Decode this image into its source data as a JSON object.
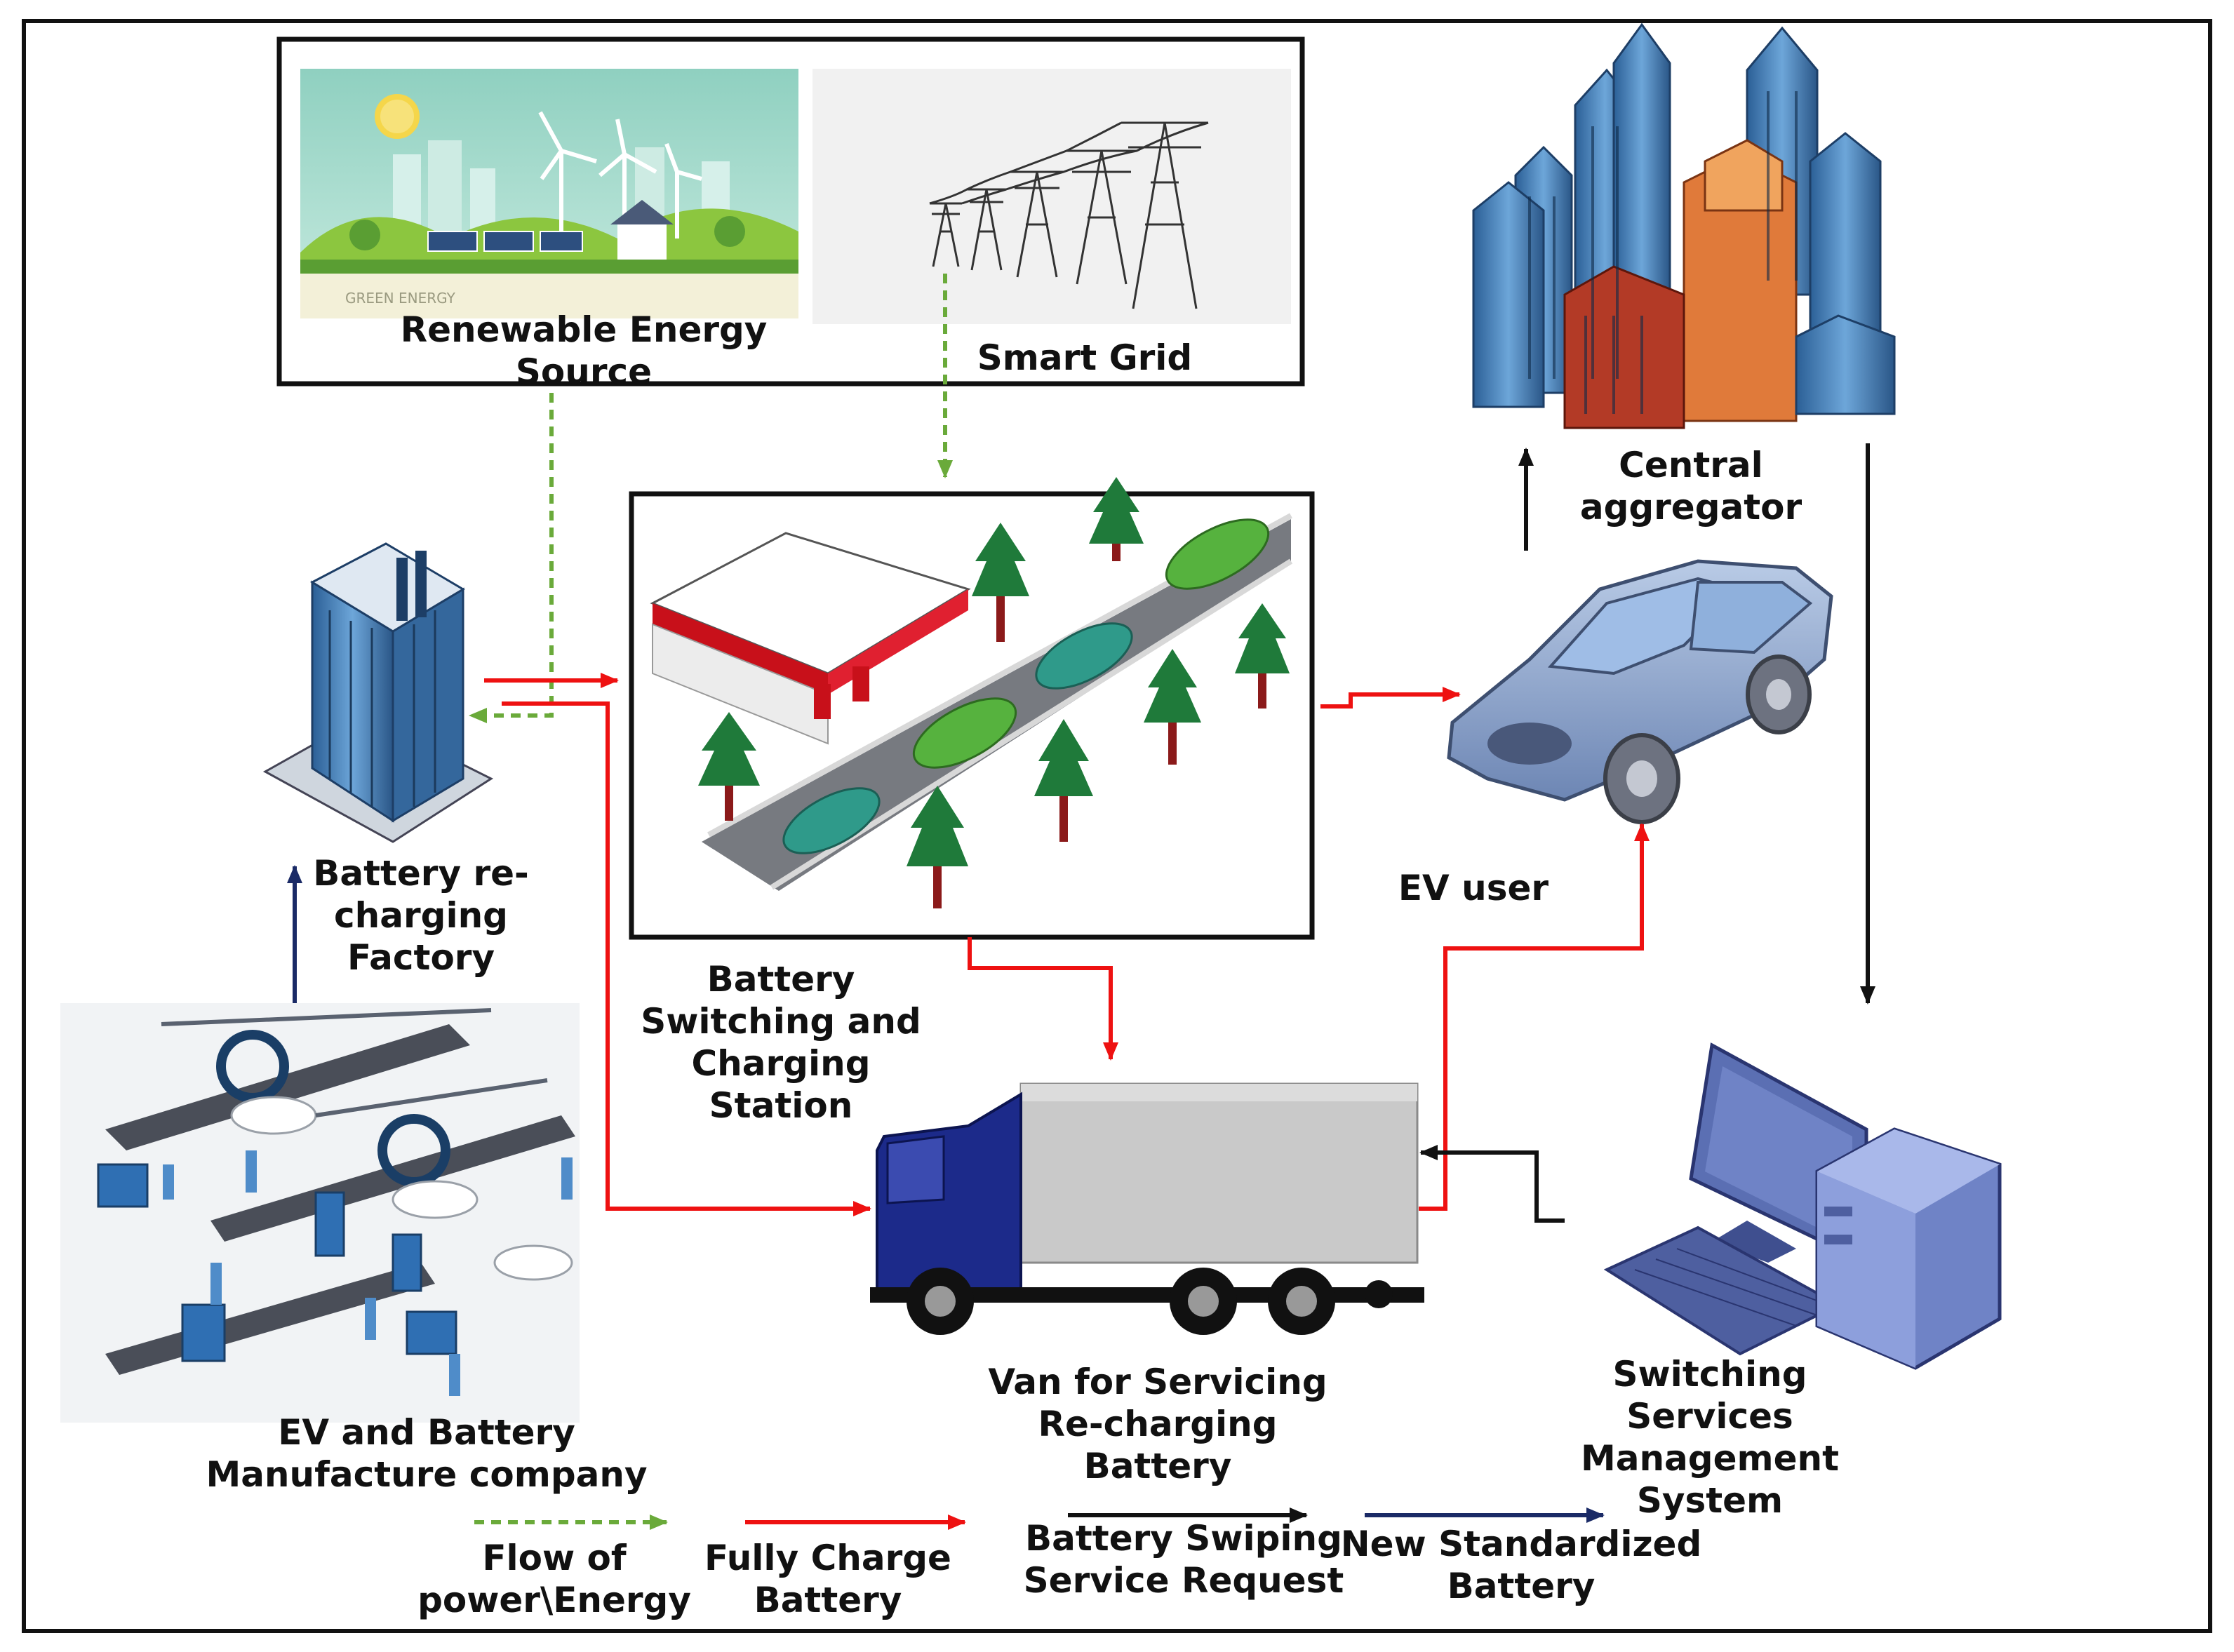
{
  "labels": {
    "renewable_1": "Renewable Energy",
    "renewable_2": "Source",
    "green_energy_caption": "GREEN ENERGY",
    "smart_grid": "Smart Grid",
    "central_1": "Central",
    "central_2": "aggregator",
    "factory_1": "Battery re-",
    "factory_2": "charging",
    "factory_3": "Factory",
    "station_1": "Battery",
    "station_2": "Switching and",
    "station_3": "Charging",
    "station_4": "Station",
    "ev_user": "EV user",
    "manufacture_1": "EV and Battery",
    "manufacture_2": "Manufacture company",
    "van_1": "Van for Servicing",
    "van_2": "Re-charging",
    "van_3": "Battery",
    "ssms_1": "Switching",
    "ssms_2": "Services",
    "ssms_3": "Management",
    "ssms_4": "System"
  },
  "legend": [
    {
      "line1": "Flow of",
      "line2": "power\\Energy",
      "style": "dotted",
      "color": "#6aaa3a"
    },
    {
      "line1": "Fully Charge",
      "line2": "Battery",
      "style": "solid",
      "color": "#ee1111"
    },
    {
      "line1": "Battery Swiping",
      "line2": "Service Request",
      "style": "solid",
      "color": "#111111"
    },
    {
      "line1": "New Standardized",
      "line2": "Battery",
      "style": "solid",
      "color": "#1a2a66"
    }
  ],
  "colors": {
    "energy_flow": "#6aaa3a",
    "charged_battery": "#ee1111",
    "service_request": "#111111",
    "new_battery": "#1a2a66"
  },
  "icons": [
    "renewable-energy-icon",
    "smart-grid-icon",
    "city-buildings-icon",
    "battery-factory-icon",
    "charging-station-icon",
    "ev-car-icon",
    "factory-assembly-icon",
    "service-van-icon",
    "computer-icon"
  ]
}
